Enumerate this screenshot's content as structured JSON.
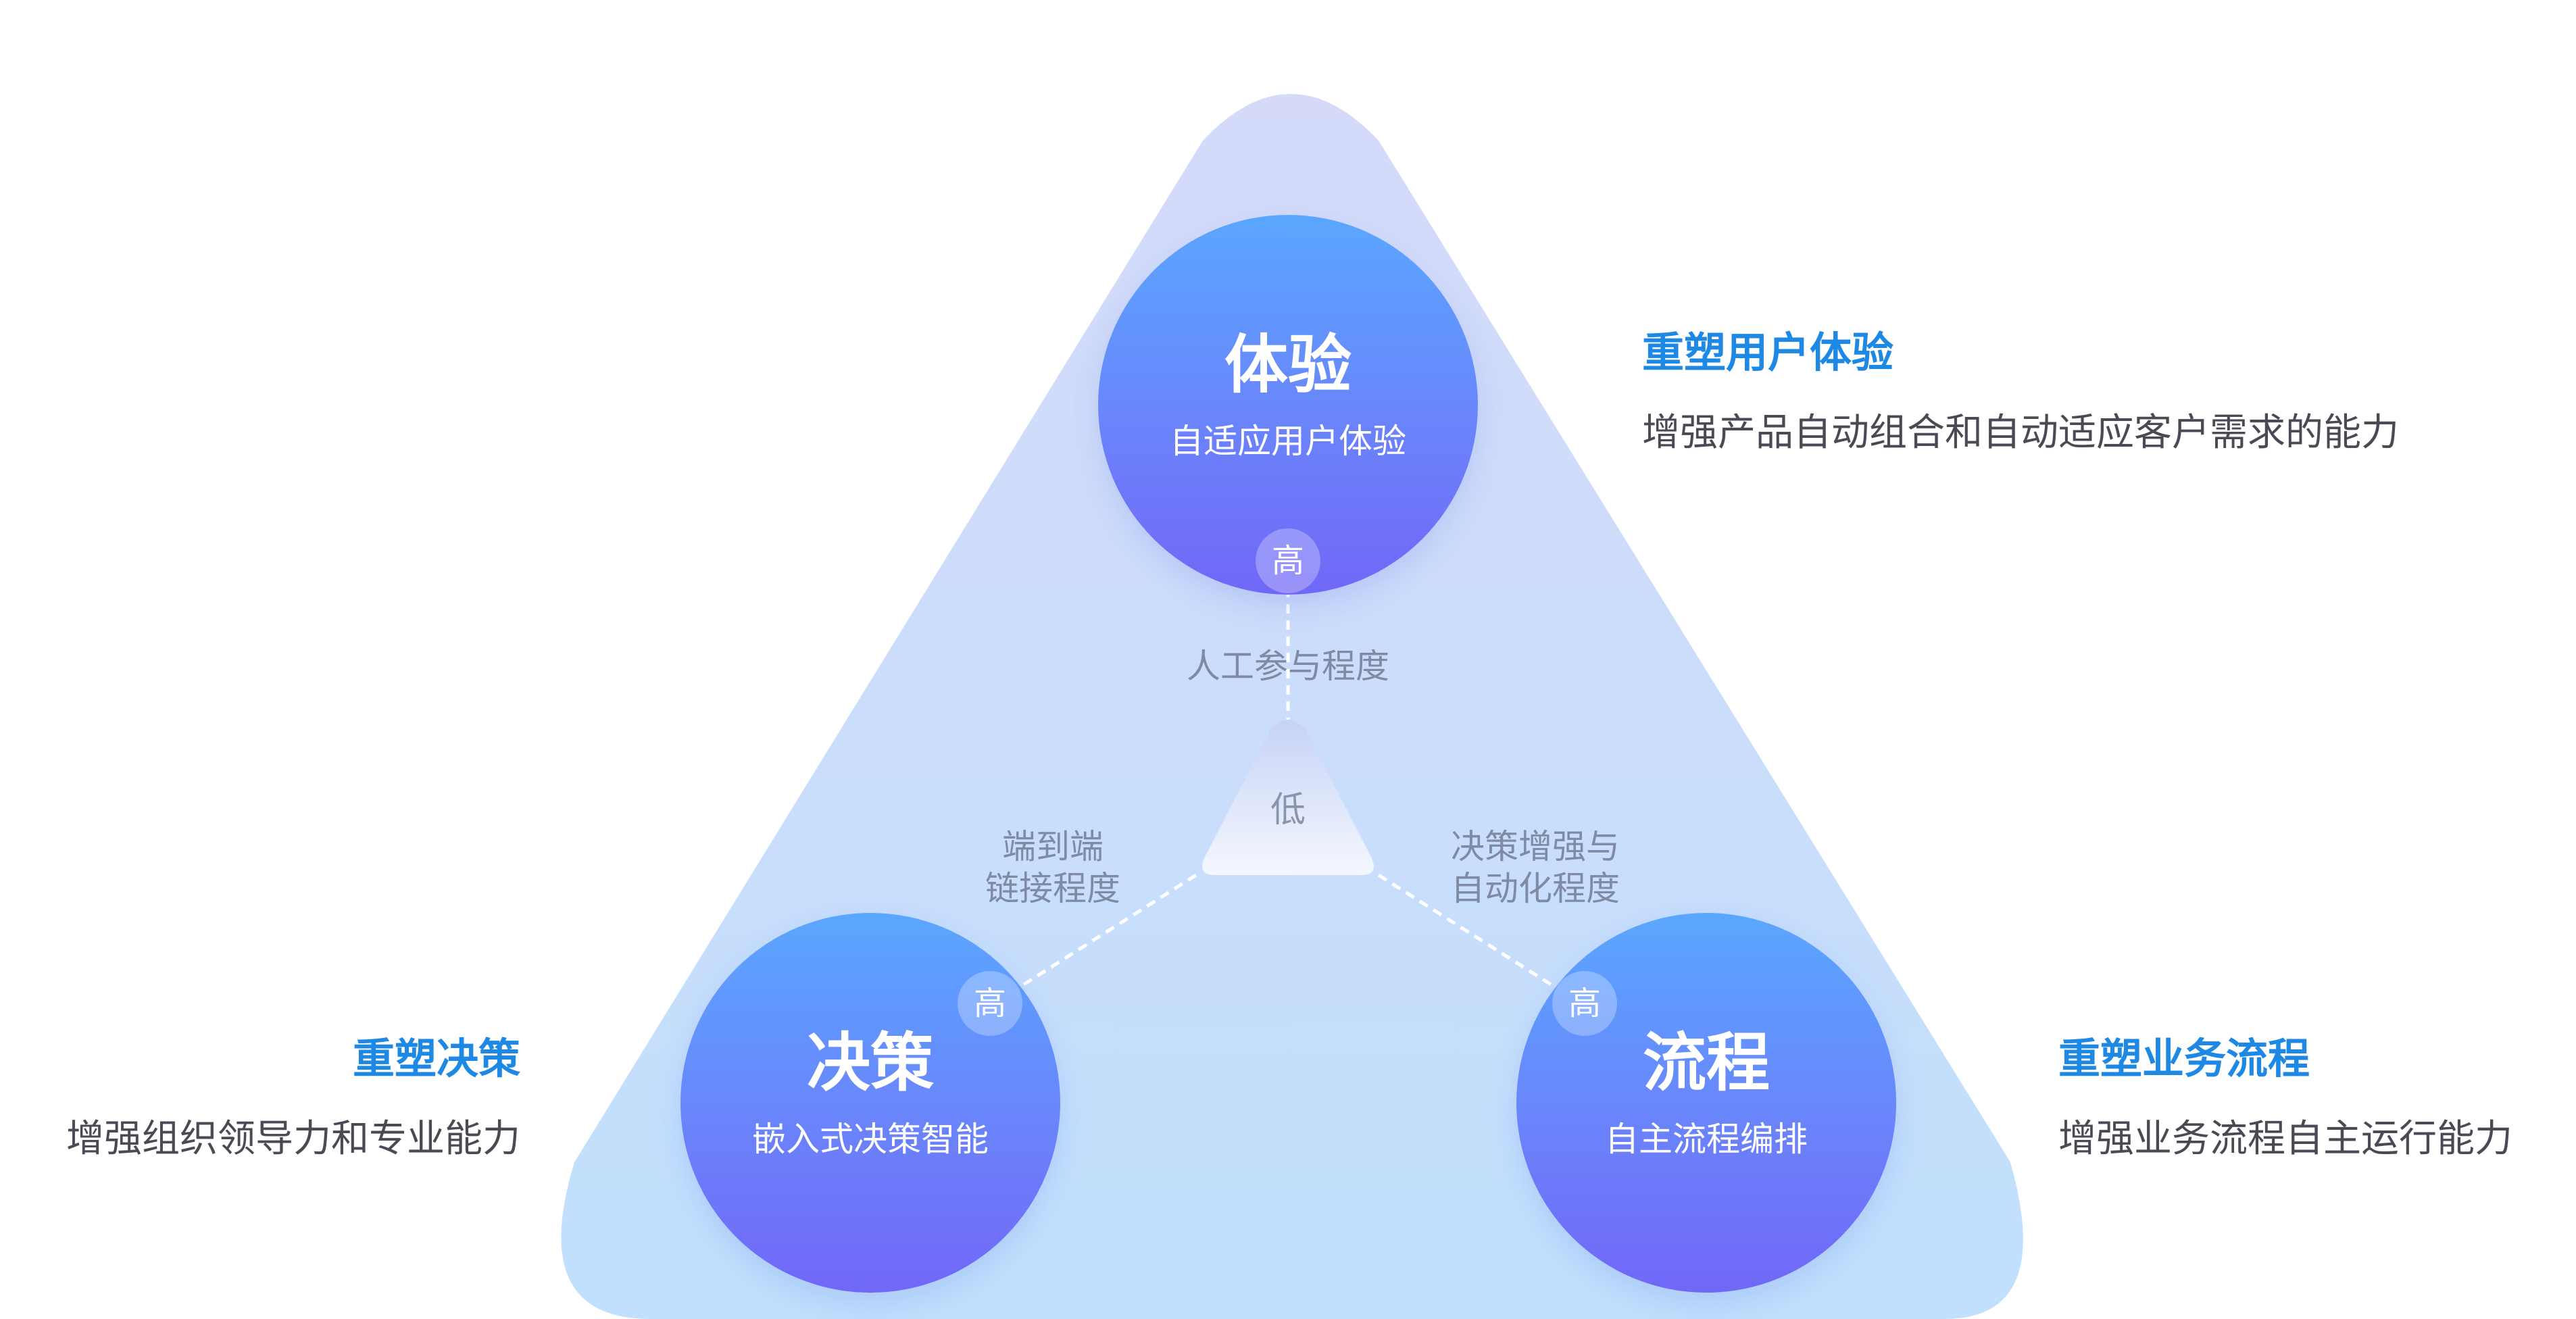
{
  "center": {
    "label": "低"
  },
  "axes": {
    "top": "人工参与程度",
    "left_line1": "端到端",
    "left_line2": "链接程度",
    "right_line1": "决策增强与",
    "right_line2": "自动化程度"
  },
  "nodes": {
    "experience": {
      "title": "体验",
      "subtitle": "自适应用户体验",
      "badge": "高"
    },
    "decision": {
      "title": "决策",
      "subtitle": "嵌入式决策智能",
      "badge": "高"
    },
    "process": {
      "title": "流程",
      "subtitle": "自主流程编排",
      "badge": "高"
    }
  },
  "annotations": {
    "experience": {
      "title": "重塑用户体验",
      "desc": "增强产品自动组合和自动适应客户需求的能力"
    },
    "decision": {
      "title": "重塑决策",
      "desc": "增强组织领导力和专业能力"
    },
    "process": {
      "title": "重塑业务流程",
      "desc": "增强业务流程自主运行能力"
    }
  },
  "colors": {
    "title_blue": "#1e88e5",
    "circle_top": "#5aa7ff",
    "circle_bottom": "#7167f7",
    "triangle_top": "#d4dbfb",
    "triangle_bottom": "#c2e0fd"
  }
}
